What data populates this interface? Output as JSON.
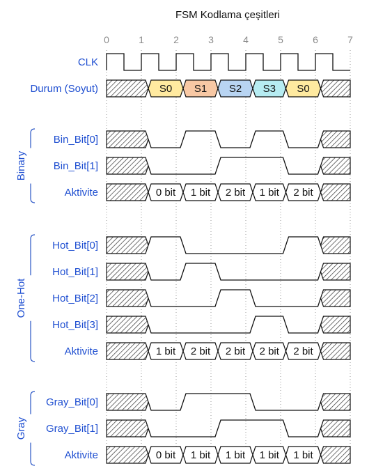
{
  "title": "FSM Kodlama çeşitleri",
  "ticks": [
    "0",
    "1",
    "2",
    "3",
    "4",
    "5",
    "6",
    "7"
  ],
  "clock": {
    "label": "CLK"
  },
  "state": {
    "label": "Durum (Soyut)",
    "values": [
      "S0",
      "S1",
      "S2",
      "S3",
      "S0"
    ],
    "colors": [
      "#ffeaa0",
      "#f8c8a4",
      "#b8d4f2",
      "#b6ecf2",
      "#ffeaa0"
    ]
  },
  "groups": [
    {
      "name": "Binary",
      "signals": [
        {
          "label": "Bin_Bit[0]",
          "bits": [
            0,
            1,
            0,
            1,
            0
          ]
        },
        {
          "label": "Bin_Bit[1]",
          "bits": [
            0,
            0,
            1,
            1,
            0
          ]
        }
      ],
      "activity": {
        "label": "Aktivite",
        "values": [
          "0 bit",
          "1 bit",
          "2 bit",
          "1 bit",
          "2 bit"
        ]
      }
    },
    {
      "name": "One-Hot",
      "signals": [
        {
          "label": "Hot_Bit[0]",
          "bits": [
            1,
            0,
            0,
            0,
            1
          ]
        },
        {
          "label": "Hot_Bit[1]",
          "bits": [
            0,
            1,
            0,
            0,
            0
          ]
        },
        {
          "label": "Hot_Bit[2]",
          "bits": [
            0,
            0,
            1,
            0,
            0
          ]
        },
        {
          "label": "Hot_Bit[3]",
          "bits": [
            0,
            0,
            0,
            1,
            0
          ]
        }
      ],
      "activity": {
        "label": "Aktivite",
        "values": [
          "1 bit",
          "2 bit",
          "2 bit",
          "2 bit",
          "2 bit"
        ]
      }
    },
    {
      "name": "Gray",
      "signals": [
        {
          "label": "Gray_Bit[0]",
          "bits": [
            0,
            1,
            1,
            0,
            0
          ]
        },
        {
          "label": "Gray_Bit[1]",
          "bits": [
            0,
            0,
            1,
            1,
            0
          ]
        }
      ],
      "activity": {
        "label": "Aktivite",
        "values": [
          "0 bit",
          "1 bit",
          "1 bit",
          "1 bit",
          "1 bit"
        ]
      }
    }
  ]
}
